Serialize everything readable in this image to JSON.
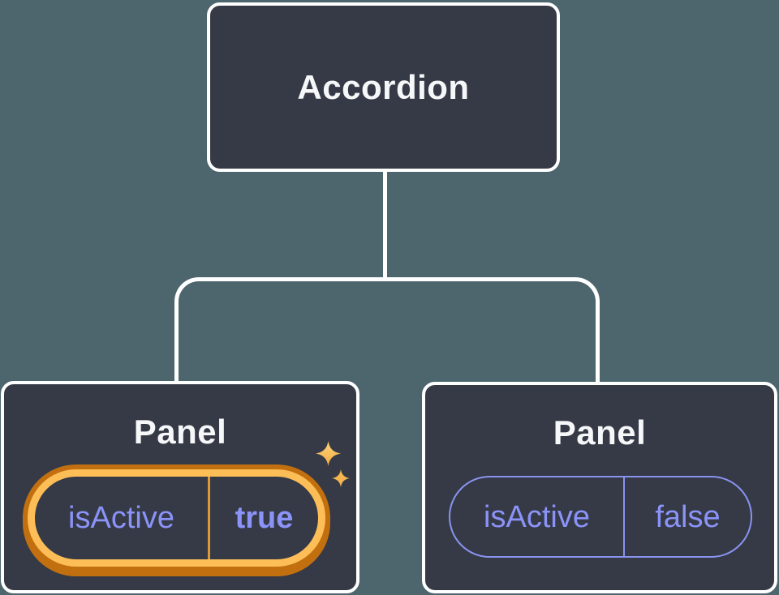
{
  "tree": {
    "root": {
      "label": "Accordion"
    },
    "panels": [
      {
        "label": "Panel",
        "state": {
          "key": "isActive",
          "value": "true"
        },
        "highlighted": true
      },
      {
        "label": "Panel",
        "state": {
          "key": "isActive",
          "value": "false"
        },
        "highlighted": false
      }
    ]
  },
  "icons": {
    "sparkle_large": "sparkle-icon",
    "sparkle_small": "sparkle-icon"
  },
  "colors": {
    "background": "#4D656D",
    "node_fill": "#353A46",
    "node_border": "#FFFFFF",
    "node_text": "#F6F7F9",
    "connector": "#FFFFFF",
    "state_purple": "#8B93F8",
    "highlight_orange_outer": "#C2700F",
    "highlight_orange_inner": "#FDBD57",
    "highlight_divider": "#DE9A38",
    "sparkle_gold": "#F8BC54"
  }
}
